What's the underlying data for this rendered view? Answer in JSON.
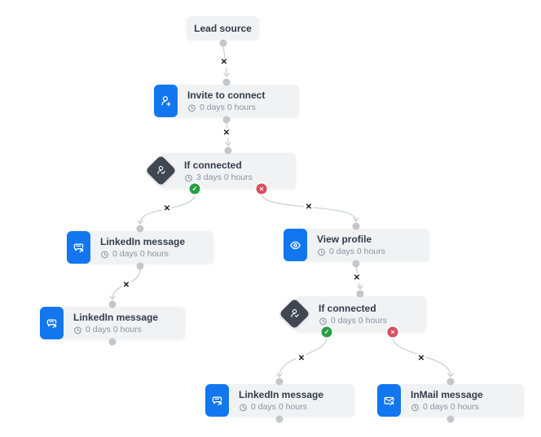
{
  "flow": {
    "nodes": [
      {
        "id": "lead-source",
        "title": "Lead source"
      },
      {
        "id": "invite-to-connect",
        "title": "Invite to connect",
        "delay": "0 days 0 hours"
      },
      {
        "id": "if-connected-1",
        "title": "If connected",
        "delay": "3 days 0 hours"
      },
      {
        "id": "linkedin-message-1",
        "title": "LinkedIn message",
        "delay": "0 days 0 hours"
      },
      {
        "id": "linkedin-message-2",
        "title": "LinkedIn message",
        "delay": "0 days 0 hours"
      },
      {
        "id": "view-profile",
        "title": "View profile",
        "delay": "0 days 0 hours"
      },
      {
        "id": "if-connected-2",
        "title": "If connected",
        "delay": "0 days 0 hours"
      },
      {
        "id": "linkedin-message-3",
        "title": "LinkedIn message",
        "delay": "0 days 0 hours"
      },
      {
        "id": "inmail-message",
        "title": "InMail message",
        "delay": "0 days 0 hours"
      }
    ]
  },
  "icons": {
    "delete_edge": "✕",
    "yes_branch": "✓",
    "no_branch": "✕"
  },
  "colors": {
    "canvas_bg": "#ffffff",
    "accent_blue": "#1277ef",
    "diamond_dark": "#404752",
    "node_bg": "#f0f2f4",
    "title_text": "#333d49",
    "subtitle_text": "#8a94a0",
    "edge_line": "#c9cdd2",
    "port_dot": "#c3c7cc",
    "success_green": "#27a043",
    "danger_red": "#d94f5c"
  }
}
